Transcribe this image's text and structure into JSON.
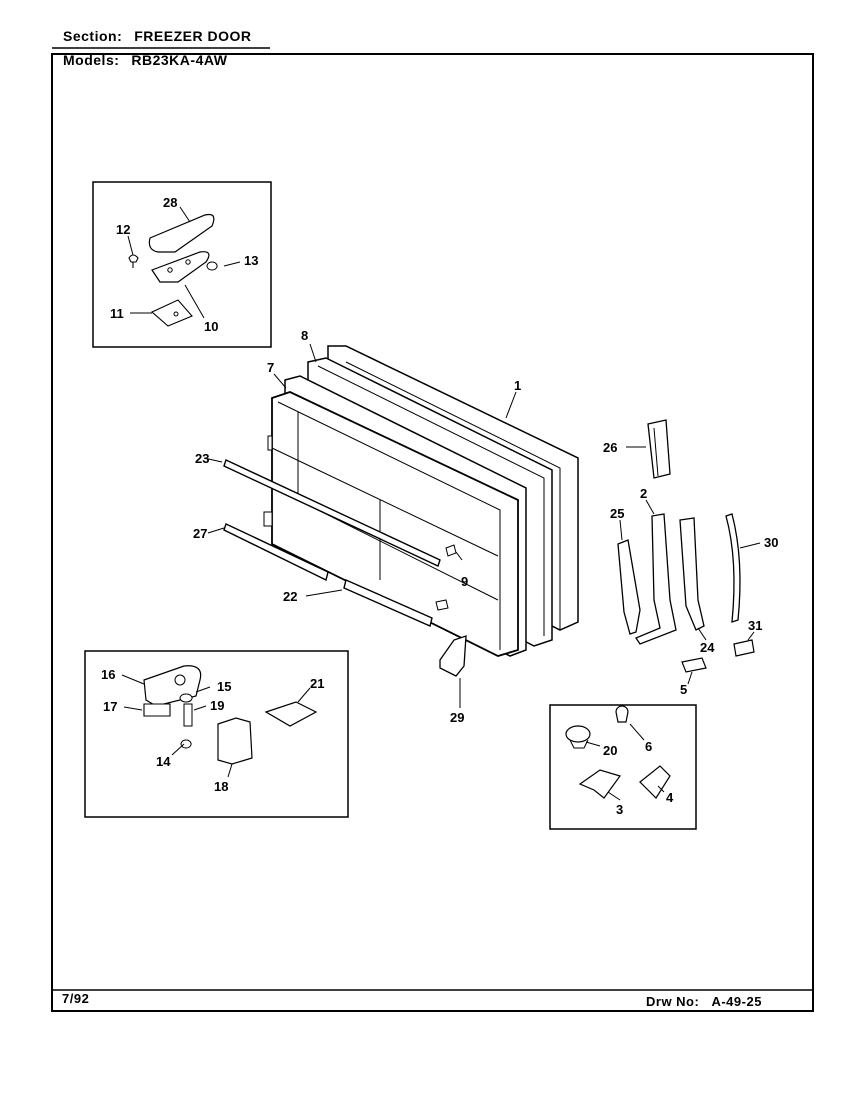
{
  "header": {
    "section_label": "Section:",
    "section_value": "FREEZER DOOR",
    "models_label": "Models:",
    "models_value": "RB23KA-4AW"
  },
  "footer": {
    "date": "7/92",
    "drawing_label": "Drw No:",
    "drawing_value": "A-49-25"
  },
  "callouts": {
    "p1": "1",
    "p2": "2",
    "p3": "3",
    "p4": "4",
    "p5": "5",
    "p6": "6",
    "p7": "7",
    "p8": "8",
    "p9": "9",
    "p10": "10",
    "p11": "11",
    "p12": "12",
    "p13": "13",
    "p14": "14",
    "p15": "15",
    "p16": "16",
    "p17": "17",
    "p18": "18",
    "p19": "19",
    "p20": "20",
    "p21": "21",
    "p22": "22",
    "p23": "23",
    "p24": "24",
    "p25": "25",
    "p26": "26",
    "p27": "27",
    "p28": "28",
    "p29": "29",
    "p30": "30",
    "p31": "31"
  }
}
